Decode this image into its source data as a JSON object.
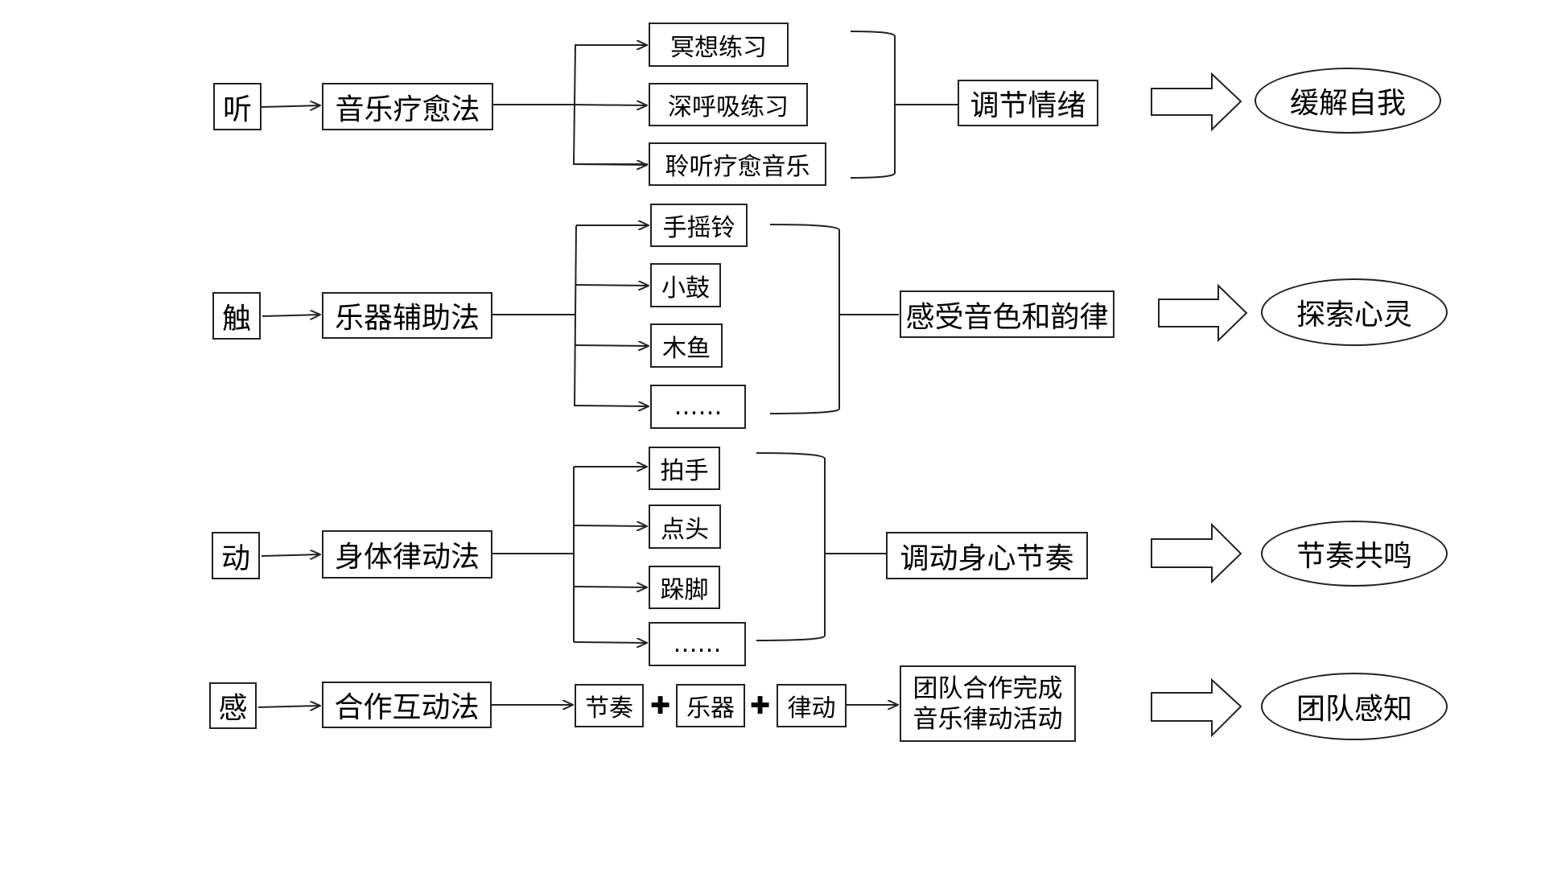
{
  "rows": [
    {
      "sense": "听",
      "method": "音乐疗愈法",
      "items": [
        "冥想练习",
        "深呼吸练习",
        "聆听疗愈音乐"
      ],
      "effect": "调节情绪",
      "outcome": "缓解自我"
    },
    {
      "sense": "触",
      "method": "乐器辅助法",
      "items": [
        "手摇铃",
        "小鼓",
        "木鱼",
        "……"
      ],
      "effect": "感受音色和韵律",
      "outcome": "探索心灵"
    },
    {
      "sense": "动",
      "method": "身体律动法",
      "items": [
        "拍手",
        "点头",
        "跺脚",
        "……"
      ],
      "effect": "调动身心节奏",
      "outcome": "节奏共鸣"
    },
    {
      "sense": "感",
      "method": "合作互动法",
      "items": [
        "节奏",
        "乐器",
        "律动"
      ],
      "effect_lines": [
        "团队合作完成",
        "音乐律动活动"
      ],
      "outcome": "团队感知"
    }
  ],
  "plus_glyph": "✚",
  "line_color": "#222222"
}
